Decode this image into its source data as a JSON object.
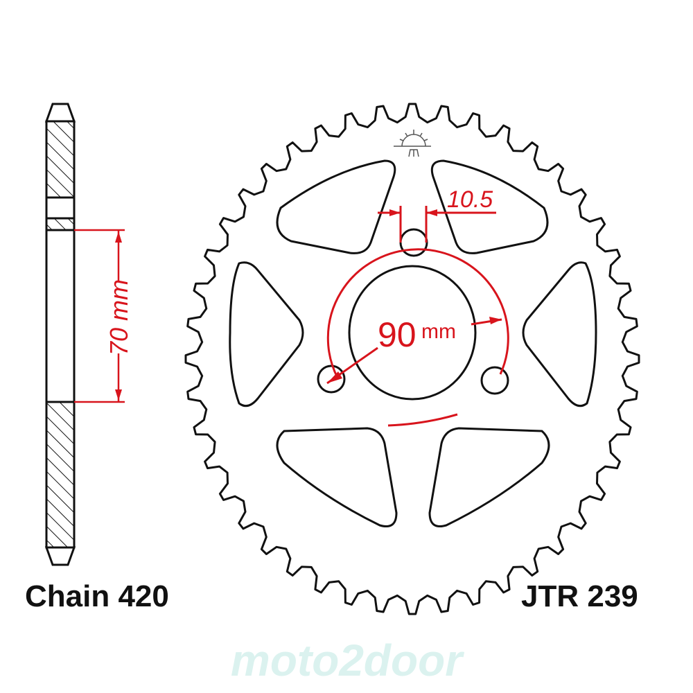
{
  "diagram": {
    "part_number": "JTR 239",
    "chain_label": "Chain 420",
    "dimensions": {
      "hub_height": "70 mm",
      "bolt_circle_value": "90",
      "bolt_circle_unit": "mm",
      "bolt_hole": "10.5"
    },
    "watermark": "moto2door",
    "colors": {
      "outline": "#111111",
      "dimension": "#d8141c",
      "watermark": "#cfeeea"
    }
  }
}
